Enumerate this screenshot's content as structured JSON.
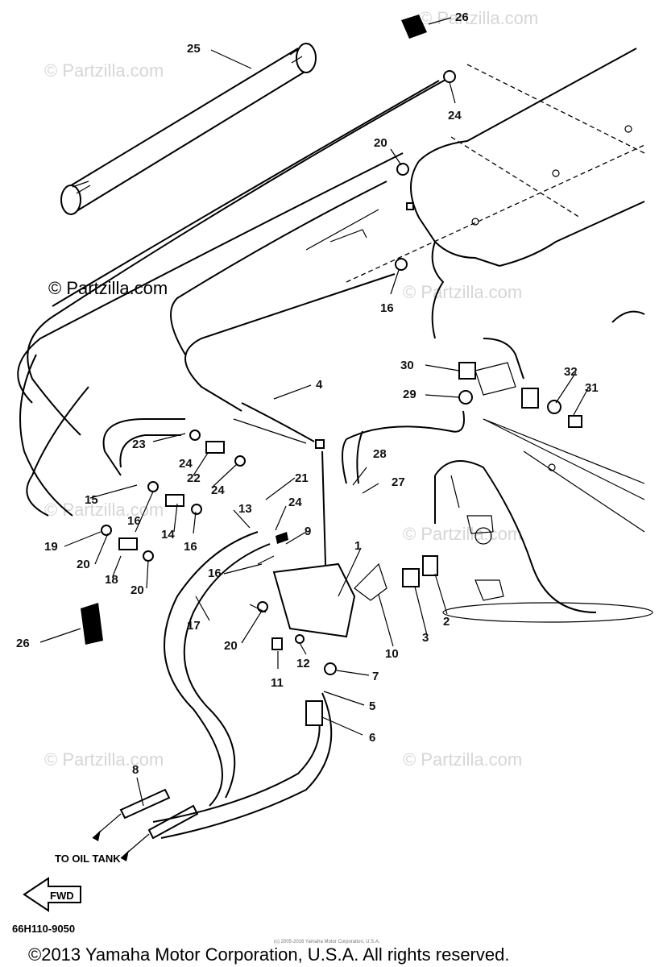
{
  "watermarks": [
    "© Partzilla.com",
    "© Partzilla.com",
    "© Partzilla.com",
    "© Partzilla.com",
    "© Partzilla.com",
    "© Partzilla.com",
    "© Partzilla.com"
  ],
  "callouts": {
    "c1": "1",
    "c2": "2",
    "c3": "3",
    "c4": "4",
    "c5": "5",
    "c6": "6",
    "c7": "7",
    "c8": "8",
    "c9": "9",
    "c10": "10",
    "c11": "11",
    "c12": "12",
    "c13": "13",
    "c14": "14",
    "c15": "15",
    "c16a": "16",
    "c16b": "16",
    "c16c": "16",
    "c16d": "16",
    "c17": "17",
    "c18": "18",
    "c19": "19",
    "c20a": "20",
    "c20b": "20",
    "c20c": "20",
    "c20d": "20",
    "c21": "21",
    "c22": "22",
    "c23": "23",
    "c24a": "24",
    "c24b": "24",
    "c24c": "24",
    "c24d": "24",
    "c25": "25",
    "c26a": "26",
    "c26b": "26",
    "c27": "27",
    "c28": "28",
    "c29": "29",
    "c30": "30",
    "c31": "31",
    "c32": "32"
  },
  "labels": {
    "to_oil_tank": "TO OIL TANK",
    "fwd": "FWD",
    "diagram_code": "66H110-9050",
    "tiny_credit": "(c) 2005-2016 Yamaha Motor Corporation, U.S.A."
  },
  "copyright": "©2013 Yamaha Motor Corporation, U.S.A. All rights reserved."
}
